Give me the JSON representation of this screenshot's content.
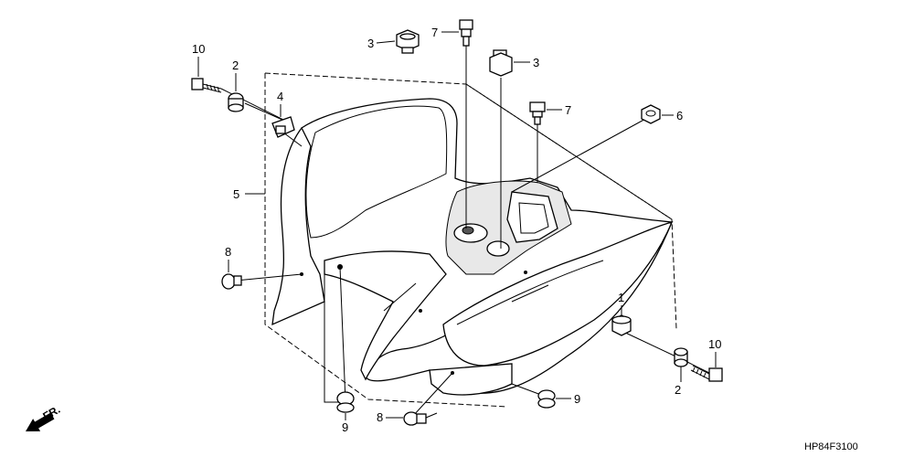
{
  "diagram": {
    "callouts": {
      "c10a": "10",
      "c2a": "2",
      "c4": "4",
      "c5": "5",
      "c8a": "8",
      "c3a": "3",
      "c7a": "7",
      "c3b": "3",
      "c7b": "7",
      "c6": "6",
      "c1": "1",
      "c10b": "10",
      "c2b": "2",
      "c9a": "9",
      "c8b": "8",
      "c9b": "9"
    },
    "fr_label": "FR.",
    "diagram_code": "HP84F3100"
  }
}
